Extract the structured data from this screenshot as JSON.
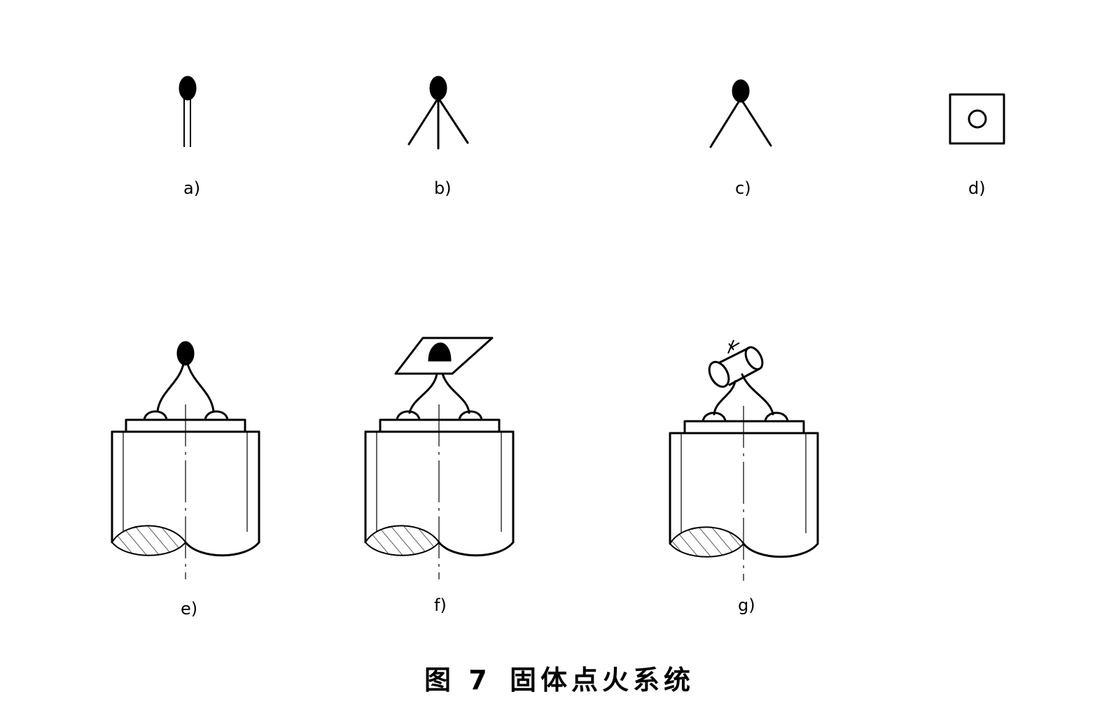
{
  "figure": {
    "panels": [
      {
        "id": "a",
        "label": "a)"
      },
      {
        "id": "b",
        "label": "b)"
      },
      {
        "id": "c",
        "label": "c)"
      },
      {
        "id": "d",
        "label": "d)"
      },
      {
        "id": "e",
        "label": "e)"
      },
      {
        "id": "f",
        "label": "f)"
      },
      {
        "id": "g",
        "label": "g)"
      }
    ],
    "caption_number": "图 7",
    "caption_title": "固体点火系统"
  }
}
